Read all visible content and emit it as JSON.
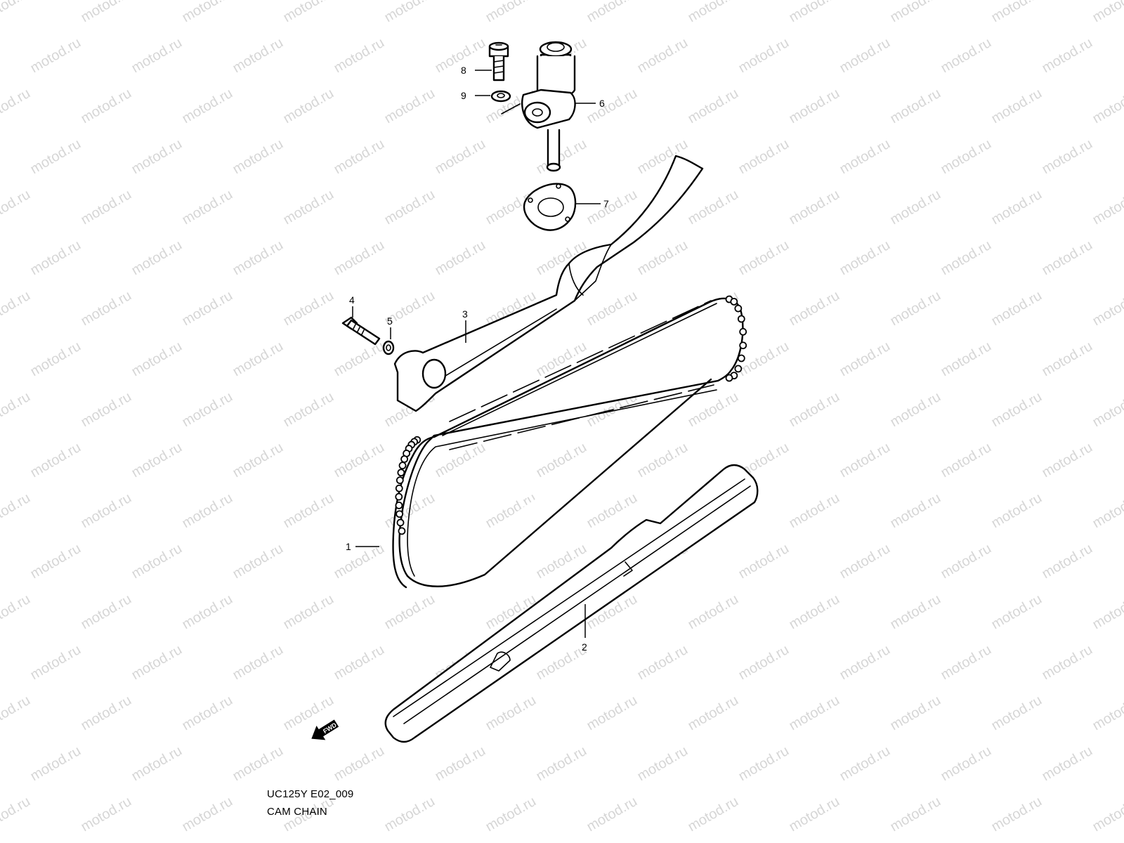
{
  "watermark": {
    "text": "motod.ru",
    "color": "#d6d6d6"
  },
  "diagram": {
    "callouts": [
      {
        "id": "1",
        "label": "1"
      },
      {
        "id": "2",
        "label": "2"
      },
      {
        "id": "3",
        "label": "3"
      },
      {
        "id": "4",
        "label": "4"
      },
      {
        "id": "5",
        "label": "5"
      },
      {
        "id": "6",
        "label": "6"
      },
      {
        "id": "7",
        "label": "7"
      },
      {
        "id": "8",
        "label": "8"
      },
      {
        "id": "9",
        "label": "9"
      }
    ],
    "direction_arrow": {
      "label": "FWD",
      "icon": "fwd-arrow-icon"
    }
  },
  "footer": {
    "code": "UC125Y E02_009",
    "title": "CAM CHAIN"
  }
}
